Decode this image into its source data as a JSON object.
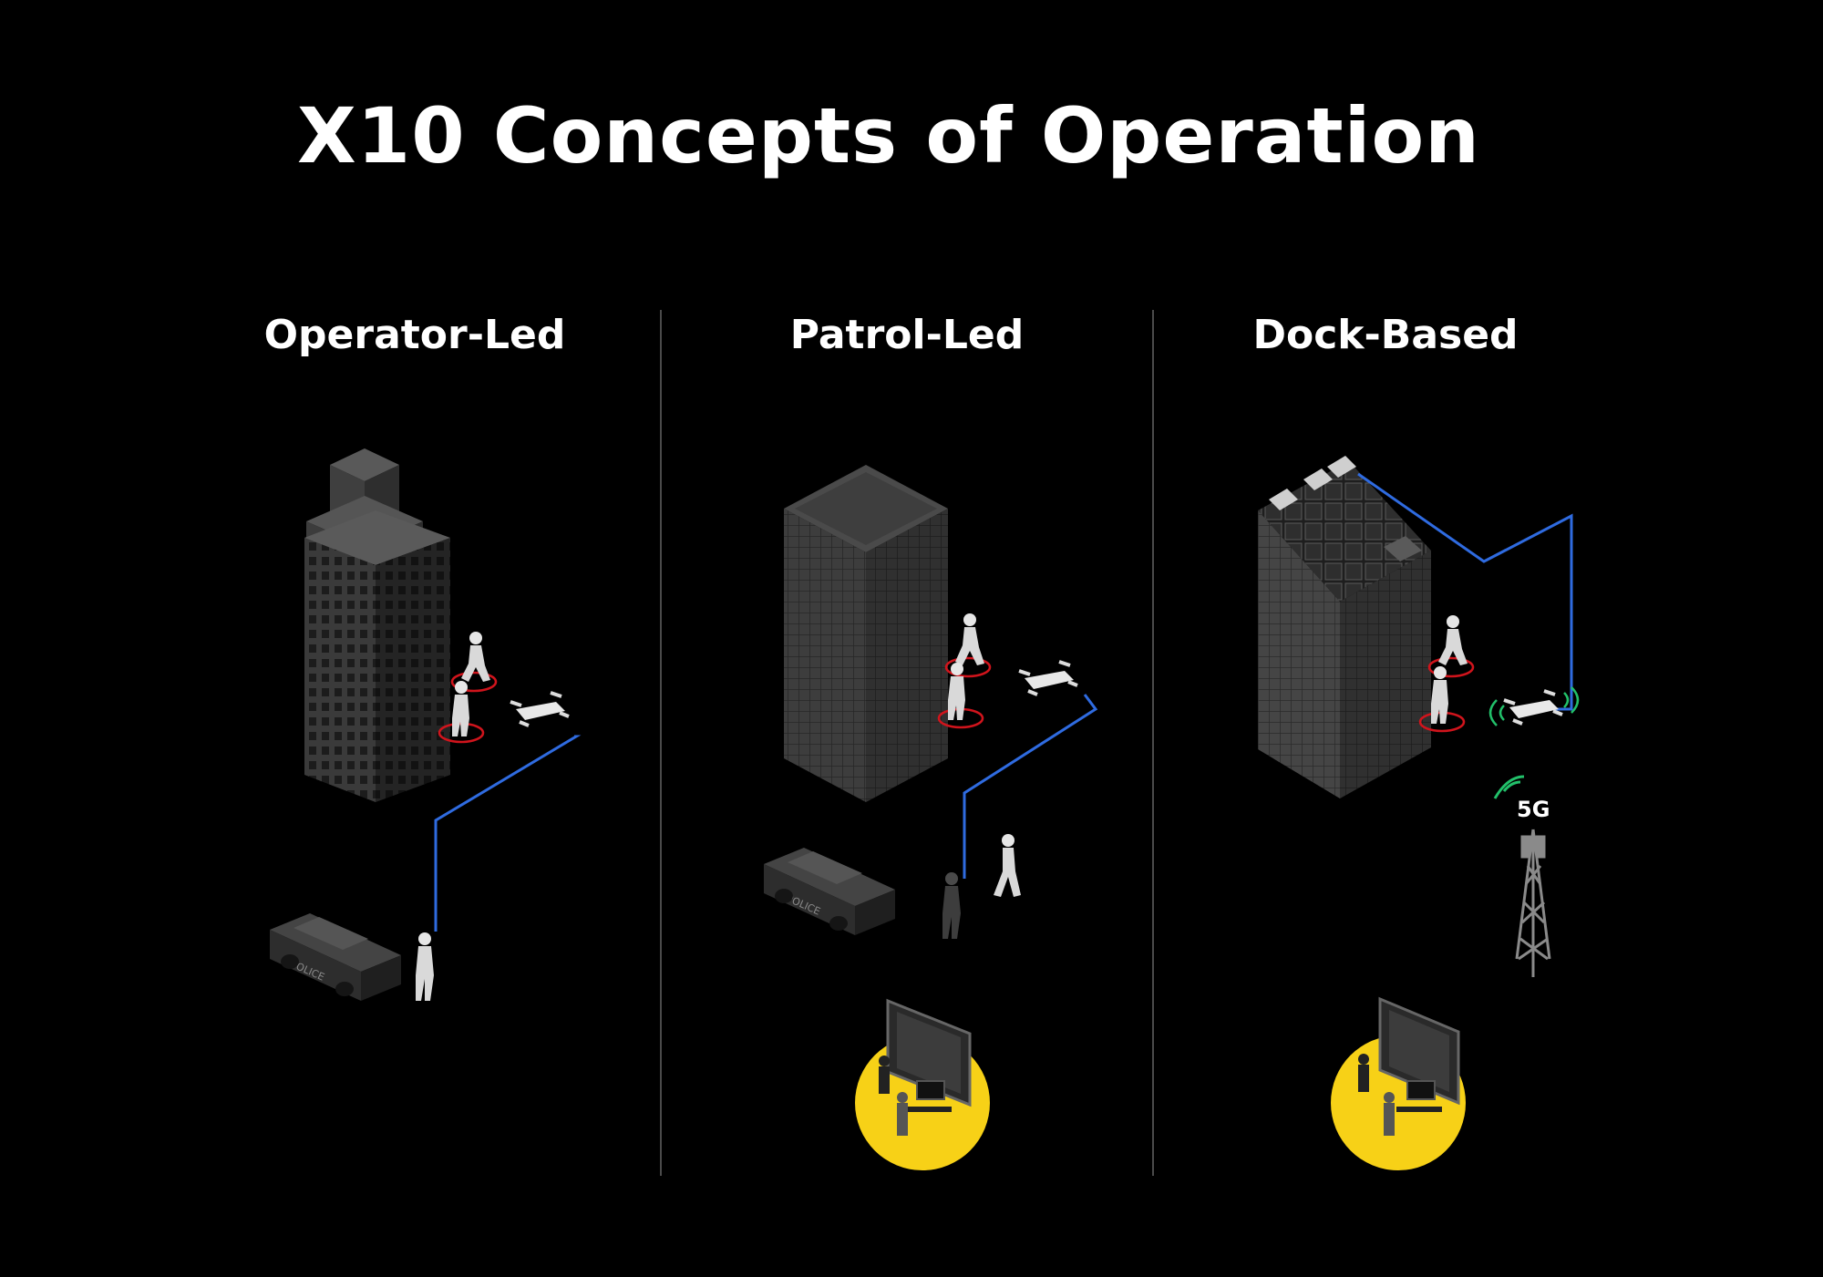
{
  "title": "X10 Concepts of Operation",
  "columns": [
    {
      "label": "Operator-Led"
    },
    {
      "label": "Patrol-Led"
    },
    {
      "label": "Dock-Based"
    }
  ],
  "labels": {
    "police_text": "POLICE",
    "network_text": "5G"
  },
  "colors": {
    "background": "#000000",
    "link_line": "#2f6be0",
    "target_ring": "#d0141c",
    "command_center": "#f7d117",
    "signal": "#22c06a",
    "building": "#3c3c3c"
  }
}
